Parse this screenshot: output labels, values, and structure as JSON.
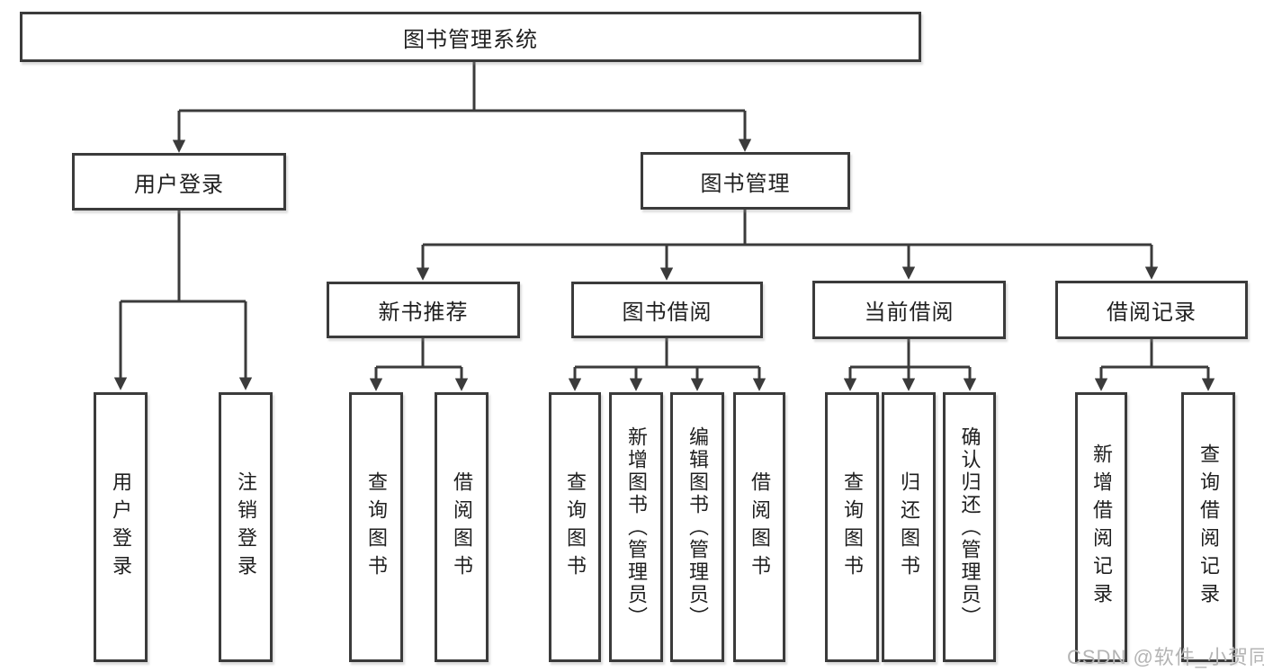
{
  "diagram": {
    "title": "图书管理系统",
    "level2": [
      {
        "label": "用户登录",
        "children": [
          "用户登录",
          "注销登录"
        ]
      },
      {
        "label": "图书管理",
        "children": [
          "新书推荐",
          "图书借阅",
          "当前借阅",
          "借阅记录"
        ]
      }
    ],
    "level3": [
      {
        "label": "新书推荐",
        "children": [
          "查询图书",
          "借阅图书"
        ]
      },
      {
        "label": "图书借阅",
        "children": [
          "查询图书",
          "新增图书（管理员）",
          "编辑图书（管理员）",
          "借阅图书"
        ]
      },
      {
        "label": "当前借阅",
        "children": [
          "查询图书",
          "归还图书",
          "确认归还（管理员）"
        ]
      },
      {
        "label": "借阅记录",
        "children": [
          "新增借阅记录",
          "查询借阅记录"
        ]
      }
    ],
    "leaves": [
      "用户登录",
      "注销登录",
      "查询图书",
      "借阅图书",
      "查询图书",
      "新增图书（管理员）",
      "编辑图书（管理员）",
      "借阅图书",
      "查询图书",
      "归还图书",
      "确认归还（管理员）",
      "新增借阅记录",
      "查询借阅记录"
    ],
    "colors": {
      "line": "#3b3b3b",
      "text": "#1f1f1f",
      "background": "#ffffff",
      "watermark": "#b4b4b4"
    }
  },
  "watermark": {
    "text": "CSDN @软件_小贺同学"
  }
}
